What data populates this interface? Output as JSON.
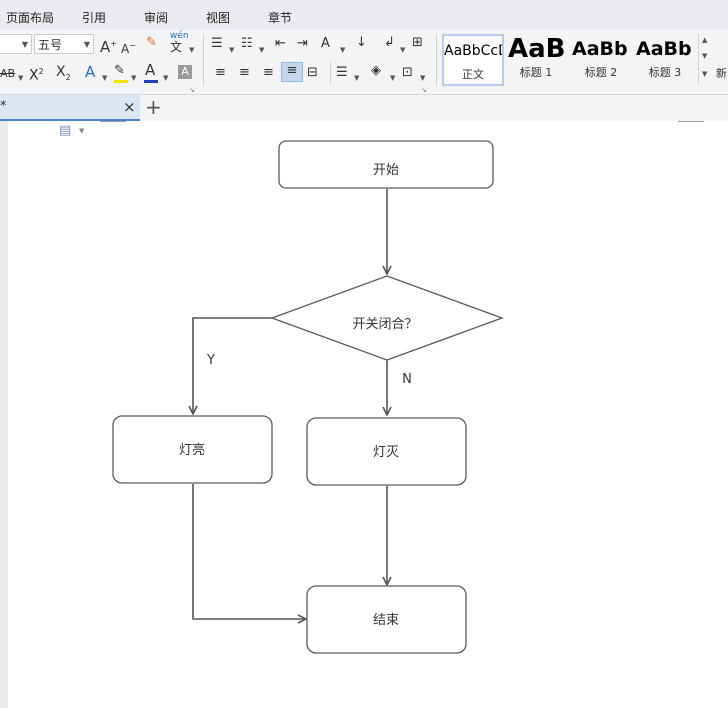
{
  "menu": {
    "items": [
      "页面布局",
      "引用",
      "审阅",
      "视图",
      "章节"
    ]
  },
  "ribbon": {
    "font_size_value": "五号",
    "font_name_value": "",
    "grow_font_label": "A",
    "shrink_font_label": "A",
    "pinyin_label": "wén",
    "pinyin_char": "文",
    "strike_label": "AB",
    "superscript_label": "X",
    "subscript_label": "X",
    "font_color_label": "A",
    "shade_label": "A",
    "styles": [
      {
        "sample": "AaBbCcDd",
        "name": "正文"
      },
      {
        "sample": "AaB",
        "name": "标题 1"
      },
      {
        "sample": "AaBb",
        "name": "标题 2"
      },
      {
        "sample": "AaBb",
        "name": "标题 3"
      }
    ],
    "new_style_label": "新"
  },
  "tabs": {
    "doc_tab_label": "*",
    "close_label": "×",
    "add_label": "+"
  },
  "flowchart": {
    "start": "开始",
    "decision": "开关闭合？",
    "yes_label": "Y",
    "no_label": "N",
    "light_on": "灯亮",
    "light_off": "灯灭",
    "end": "结束"
  },
  "colors": {
    "accent": "#4a7fd0",
    "font_color_bar": "#1f3fbf",
    "highlight_bar": "#f5e400",
    "node_stroke": "#5a5a5a"
  }
}
